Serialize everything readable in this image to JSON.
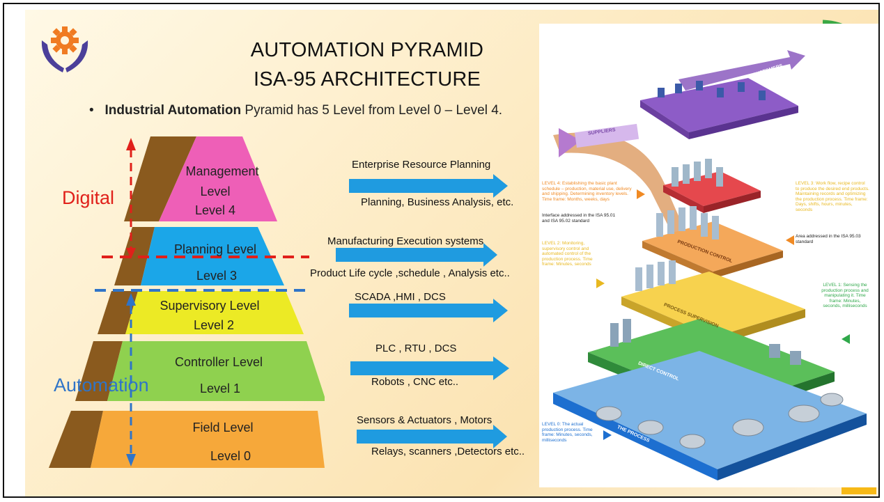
{
  "slide": {
    "title_line1": "AUTOMATION PYRAMID",
    "title_line2": "ISA-95 ARCHITECTURE",
    "bullet_bold": "Industrial Automation",
    "bullet_rest": " Pyramid has 5 Level from Level 0 – Level 4."
  },
  "pyramid": {
    "levels": [
      {
        "name": "Management",
        "sub": "Level",
        "num": "Level 4",
        "color": "#ee5fb7"
      },
      {
        "name": "Planning Level",
        "num": "Level 3",
        "color": "#1ba6e8"
      },
      {
        "name": "Supervisory Level",
        "num": "Level 2",
        "color": "#ecea25"
      },
      {
        "name": "Controller Level",
        "num": "Level 1",
        "color": "#8fd14f"
      },
      {
        "name": "Field Level",
        "num": "Level 0",
        "color": "#f6a83a"
      }
    ],
    "side_labels": {
      "digital": "Digital",
      "automation": "Automation"
    }
  },
  "arrows": [
    {
      "top": "Enterprise Resource Planning",
      "bottom": "Planning, Business Analysis, etc."
    },
    {
      "top": "Manufacturing Execution systems",
      "bottom": "Product Life cycle ,schedule , Analysis etc.."
    },
    {
      "top": "SCADA ,HMI , DCS",
      "bottom": ""
    },
    {
      "top": "PLC , RTU , DCS",
      "bottom": "Robots , CNC etc.."
    },
    {
      "top": "Sensors & Actuators , Motors",
      "bottom": "Relays, scanners ,Detectors etc.."
    }
  ],
  "isa_image": {
    "customers": "CUSTOMERS",
    "suppliers": "SUPPLIERS",
    "level4_text": "LEVEL 4: Establishing the basic plant schedule – production, material use, delivery and shipping. Determining inventory levels. Time frame: Months, weeks, days",
    "interface_text": "Interface addressed in the ISA 95.01 and ISA 95.02 standard",
    "level3_text": "LEVEL 3: Work flow, recipe control to produce the desired end products. Maintaining records and optimizing the production process. Time frame: Days, shifts, hours, minutes, seconds",
    "area_text": "Area addressed in the ISA 95.03 standard",
    "level2_text": "LEVEL 2: Monitoring, supervisory control and automated control of the production process. Time frame: Minutes, seconds",
    "level1_text": "LEVEL 1: Sensing the production process and manipulating it. Time frame: Minutes, seconds, milliseconds",
    "level0_text": "LEVEL 0: The actual production process. Time frame: Minutes, seconds, milliseconds",
    "process_label": "THE PROCESS",
    "direct_control_label": "DIRECT CONTROL",
    "process_supervision_label": "PROCESS SUPERVISION",
    "production_control_label": "PRODUCTION CONTROL"
  },
  "colors": {
    "arrow_blue": "#1f9be0",
    "digital_red": "#e0201a",
    "automation_blue": "#2f74c8",
    "isa_orange": "#f08a24",
    "isa_yellow": "#e8b820",
    "isa_green": "#2fa84a",
    "isa_blue": "#1d6fd0"
  }
}
